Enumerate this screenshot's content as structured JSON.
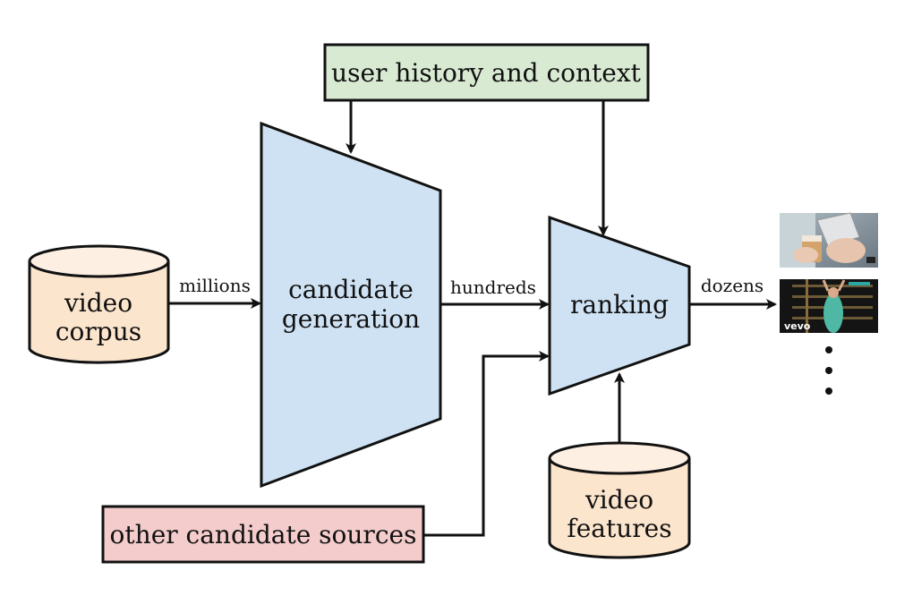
{
  "nodes": {
    "user_history": {
      "label": "user history and context",
      "color": "#d9ead3"
    },
    "video_corpus": {
      "lines": [
        "video",
        "corpus"
      ],
      "color": "#fce5cd"
    },
    "candidate_generation": {
      "lines": [
        "candidate",
        "generation"
      ],
      "color": "#cfe2f3"
    },
    "ranking": {
      "label": "ranking",
      "color": "#cfe2f3"
    },
    "video_features": {
      "lines": [
        "video",
        "features"
      ],
      "color": "#fce5cd"
    },
    "other_sources": {
      "label": "other candidate sources",
      "color": "#f4cccc"
    }
  },
  "edges": {
    "millions": "millions",
    "hundreds": "hundreds",
    "dozens": "dozens"
  },
  "output": {
    "thumbnails": [
      "phone-coffee-thumbnail",
      "vevo-dance-thumbnail"
    ],
    "vevo_text": "vevo",
    "ellipsis_dots": 3
  }
}
